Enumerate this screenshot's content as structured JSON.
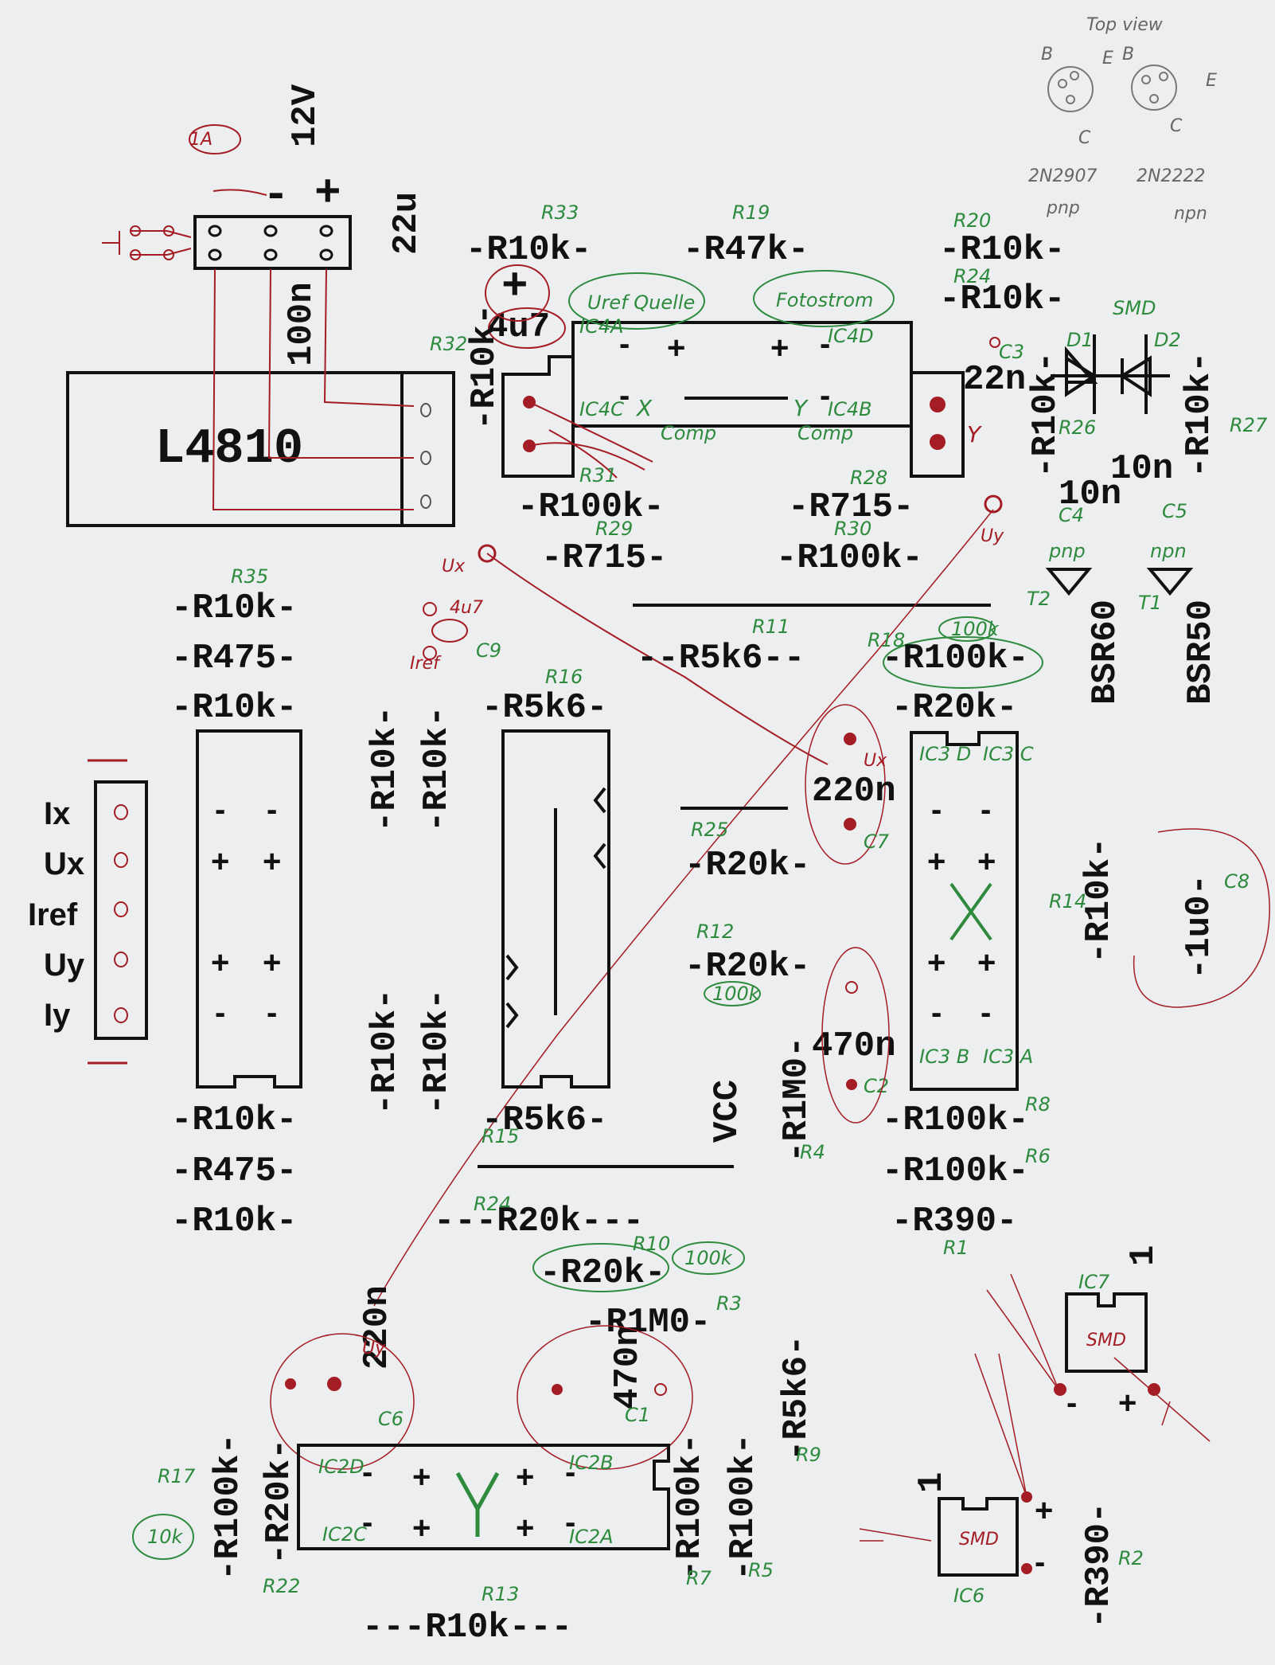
{
  "power": {
    "volt": "12V",
    "minus": "-",
    "plus": "+",
    "cap": "22u",
    "note": "100n",
    "fuse": "1A"
  },
  "regulator": {
    "label": "L4810"
  },
  "resistors": {
    "r33": "-R10k-",
    "r19": "-R47k-",
    "r20": "-R10k-",
    "r24": "-R10k-",
    "r32": "-R10k-",
    "r26": "-R10k-",
    "r27": "-R10k-",
    "r31": "-R100k-",
    "r28": "-R715-",
    "r29": "-R715-",
    "r30": "-R100k-",
    "r35": "-R10k-",
    "r475a": "-R475-",
    "r10c": "-R10k-",
    "r11": "--R5k6--",
    "r18": "-R100k-",
    "r20b": "-R20k-",
    "rv1": "-R10k-",
    "rv2": "-R10k-",
    "rv3": "-R10k-",
    "rv4": "-R10k-",
    "r16": "-R5k6-",
    "r15": "-R5k6-",
    "r25": "-R20k-",
    "r12": "-R20k-",
    "r14": "-R10k-",
    "r4": "-R1M0-",
    "r8": "-R100k-",
    "r6": "-R100k-",
    "r1": "-R390-",
    "r10d": "-R10k-",
    "r475b": "-R475-",
    "r10e": "-R10k-",
    "r24b": "---R20k---",
    "r10": "-R20k-",
    "r3": "-R1M0-",
    "r9": "-R5k6-",
    "r17": "-R100k-",
    "r22": "-R20k-",
    "r7": "-R100k-",
    "r5": "-R100k-",
    "r2": "-R390-",
    "r13": "---R10k---"
  },
  "caps": {
    "c_4u7": "4u7",
    "c3": "22n",
    "c4": "10n",
    "c5": "10n",
    "c7": "220n",
    "c2": "470n",
    "c8": "-1u0-",
    "c6": "220n",
    "c1": "470n",
    "vcc": "VCC"
  },
  "transistors": {
    "t2": "BSR60",
    "t1": "BSR50"
  },
  "connector": {
    "pins": [
      "Ix",
      "Ux",
      "Iref",
      "Uy",
      "Iy"
    ]
  },
  "ic_marks": {
    "plus": "+",
    "minus": "-"
  },
  "smd": {
    "label": "SMD",
    "one": "1"
  },
  "top_view": {
    "title": "Top view",
    "left_part": "2N2907",
    "left_type": "pnp",
    "right_part": "2N2222",
    "right_type": "npn",
    "pins": {
      "b": "B",
      "e": "E",
      "c": "C"
    }
  },
  "annotations": {
    "green": {
      "r33": "R33",
      "r19": "R19",
      "r20": "R20",
      "r24": "R24",
      "r32": "R32",
      "ic4a": "IC4A",
      "ic4d": "IC4D",
      "ic4c": "IC4C",
      "ic4b": "IC4B",
      "uref": "Uref Quelle",
      "fotostrom": "Fotostrom",
      "comp": "Comp",
      "comp2": "Comp",
      "smd": "SMD",
      "d1": "D1",
      "d2": "D2",
      "c3": "C3",
      "r26": "R26",
      "r27": "R27",
      "c4": "C4",
      "c5": "C5",
      "r31": "R31",
      "r29": "R29",
      "r28": "R28",
      "r30": "R30",
      "t2": "T2",
      "t1": "T1",
      "pnp": "pnp",
      "npn": "npn",
      "r35": "R35",
      "r11": "R11",
      "r18": "R18",
      "r100k": "100k",
      "r16": "R16",
      "ic3d": "IC3 D",
      "ic3c": "IC3 C",
      "ic3b": "IC3 B",
      "ic3a": "IC3 A",
      "r25": "R25",
      "r12": "R12",
      "r100k2": "100k",
      "r14": "R14",
      "c8": "C8",
      "r8": "R8",
      "r6": "R6",
      "r4": "R4",
      "r1": "R1",
      "r15": "R15",
      "r24b": "R24",
      "r10": "R10",
      "r100k3": "100k",
      "r3": "R3",
      "ic7": "IC7",
      "c6": "C6",
      "c1": "C1",
      "ic2d": "IC2D",
      "ic2b": "IC2B",
      "ic2c": "IC2C",
      "ic2a": "IC2A",
      "r17": "R17",
      "r10k": "10k",
      "r22": "R22",
      "r7": "R7",
      "r5": "R5",
      "r9": "R9",
      "r13": "R13",
      "ic6": "IC6",
      "r2": "R2",
      "c7": "C7",
      "c2": "C2",
      "c9": "C9"
    },
    "red": {
      "ux": "Ux",
      "uy": "Uy",
      "uy2": "Uy",
      "ux2": "Ux",
      "iref": "Iref",
      "x_mark": "X",
      "y_mark": "Y",
      "c4u7": "4u7",
      "fuse": "1A"
    }
  },
  "colors": {
    "ink": "#111111",
    "green": "#2e8b3e",
    "red": "#a51d24",
    "paper": "#eceeef"
  }
}
